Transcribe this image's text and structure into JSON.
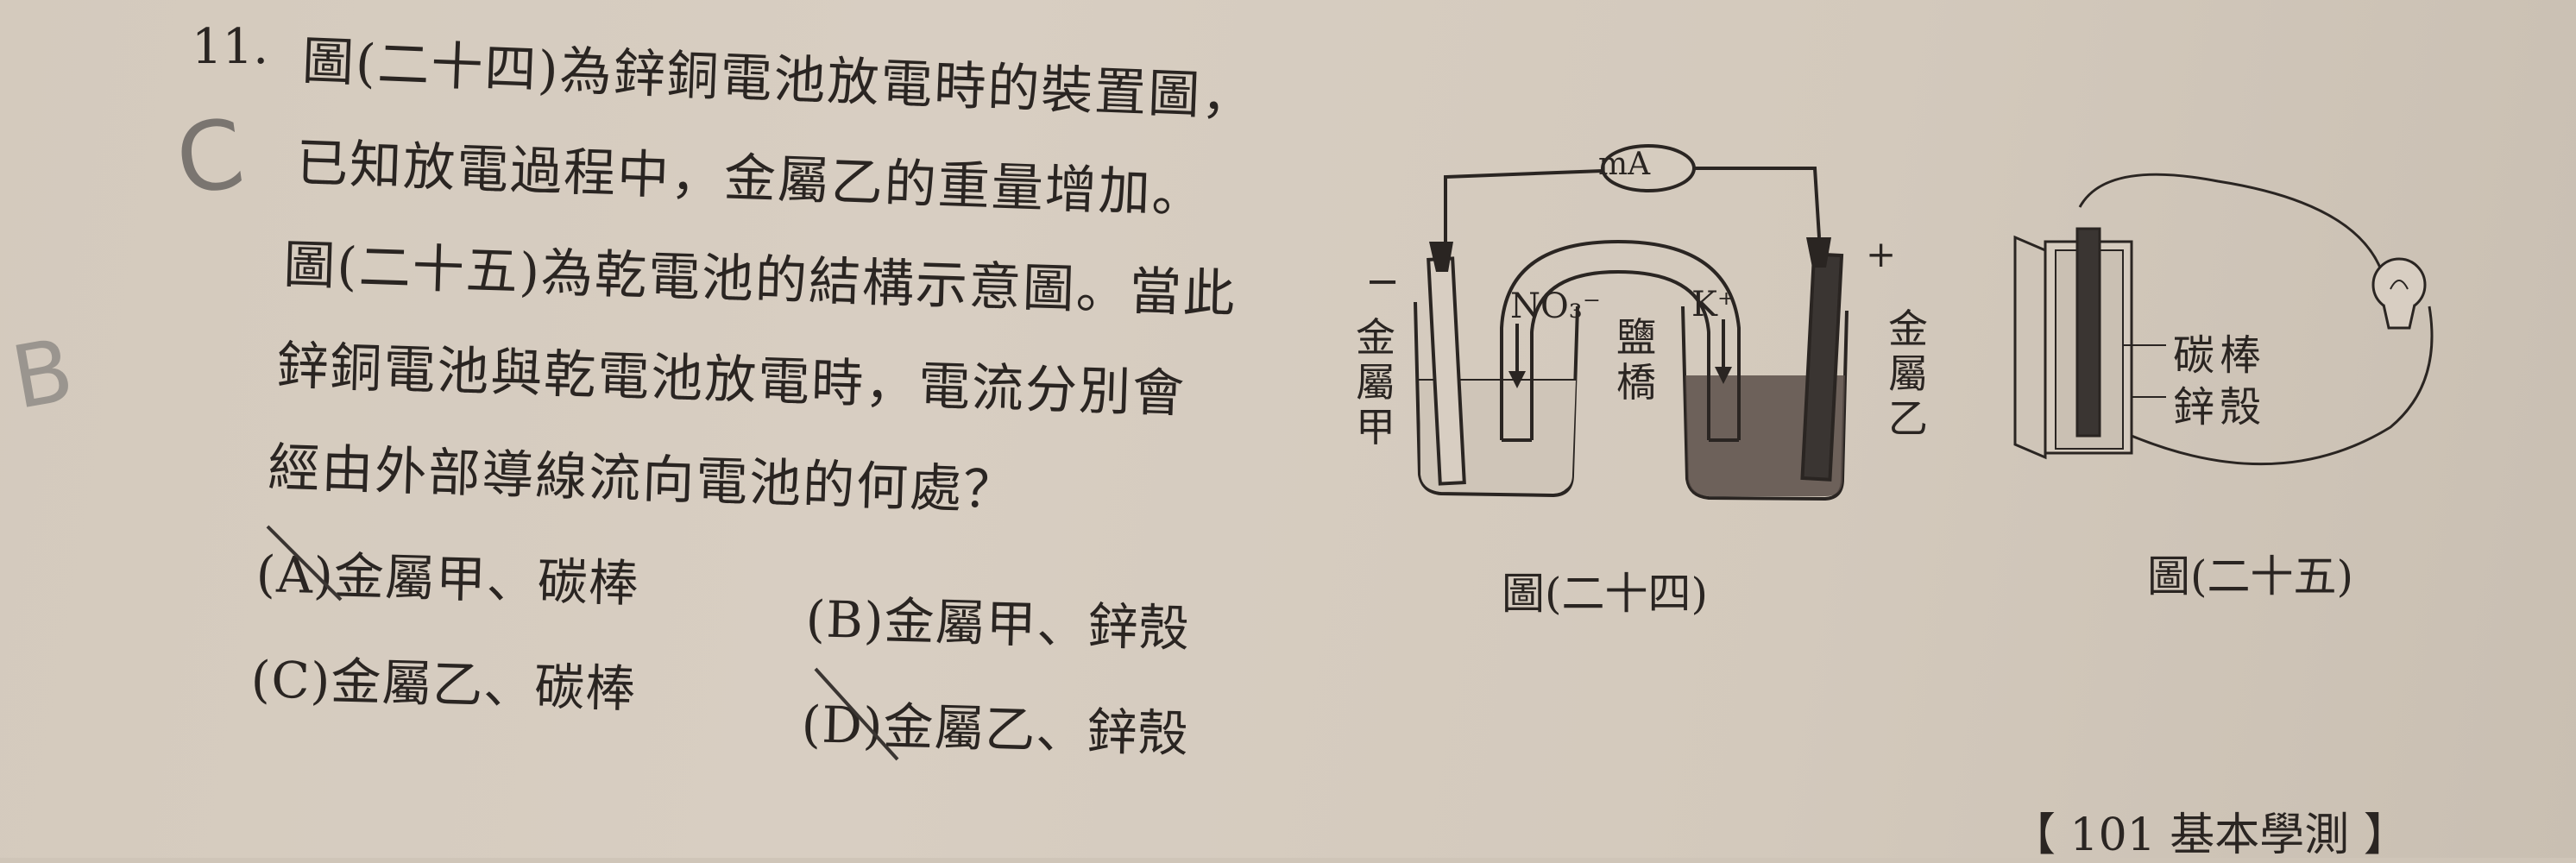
{
  "question": {
    "number": "11.",
    "lines": [
      "圖(二十四)為鋅銅電池放電時的裝置圖，",
      "已知放電過程中，金屬乙的重量增加。",
      "圖(二十五)為乾電池的結構示意圖。當此",
      "鋅銅電池與乾電池放電時，電流分別會",
      "經由外部導線流向電池的何處？"
    ]
  },
  "options": [
    {
      "label": "(A)金屬甲、碳棒"
    },
    {
      "label": "(B)金屬甲、鋅殼"
    },
    {
      "label": "(C)金屬乙、碳棒"
    },
    {
      "label": "(D)金屬乙、鋅殼"
    }
  ],
  "handwriting": {
    "answer": "C",
    "margin_mark": "B"
  },
  "figure24": {
    "caption": "圖(二十四)",
    "meter": "mA",
    "minus": "−",
    "plus": "+",
    "electrode_left": "金屬甲",
    "electrode_right": "金屬乙",
    "salt_bridge": "鹽橋",
    "ion_left": "NO₃⁻",
    "ion_right": "K⁺"
  },
  "figure25": {
    "caption": "圖(二十五)",
    "carbon_rod": "碳棒",
    "zinc_shell": "鋅殼"
  },
  "source": "【 101 基本學測 】"
}
